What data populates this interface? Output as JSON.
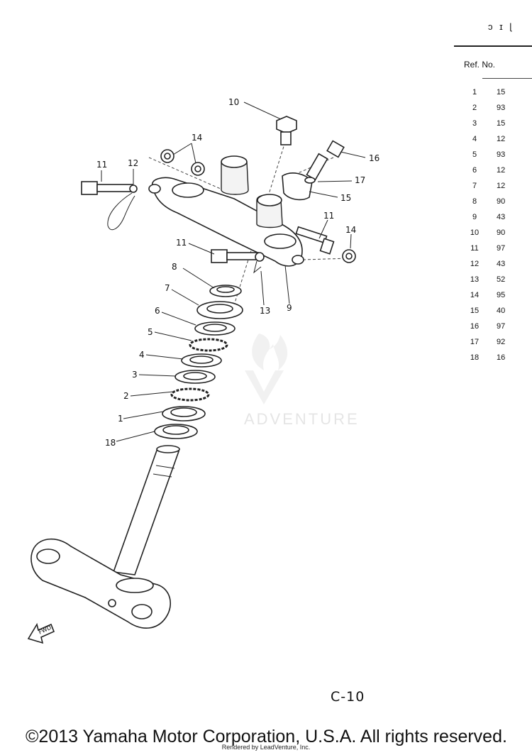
{
  "header_fragment": "ɔ ɪ ɭ",
  "table": {
    "header": "Ref. No.",
    "rows": [
      {
        "ref": "1",
        "part": "15"
      },
      {
        "ref": "2",
        "part": "93"
      },
      {
        "ref": "3",
        "part": "15"
      },
      {
        "ref": "4",
        "part": "12"
      },
      {
        "ref": "5",
        "part": "93"
      },
      {
        "ref": "6",
        "part": "12"
      },
      {
        "ref": "7",
        "part": "12"
      },
      {
        "ref": "8",
        "part": "90"
      },
      {
        "ref": "9",
        "part": "43"
      },
      {
        "ref": "10",
        "part": "90"
      },
      {
        "ref": "11",
        "part": "97"
      },
      {
        "ref": "12",
        "part": "43"
      },
      {
        "ref": "13",
        "part": "52"
      },
      {
        "ref": "14",
        "part": "95"
      },
      {
        "ref": "15",
        "part": "40"
      },
      {
        "ref": "16",
        "part": "97"
      },
      {
        "ref": "17",
        "part": "92"
      },
      {
        "ref": "18",
        "part": "16"
      }
    ]
  },
  "callouts": {
    "c1": "1",
    "c2": "2",
    "c3": "3",
    "c4": "4",
    "c5": "5",
    "c6": "6",
    "c7": "7",
    "c8": "8",
    "c9": "9",
    "c10": "10",
    "c11a": "11",
    "c11b": "11",
    "c11c": "11",
    "c12": "12",
    "c13": "13",
    "c14a": "14",
    "c14b": "14",
    "c15": "15",
    "c16": "16",
    "c17": "17",
    "c18": "18"
  },
  "fwd_label": "FWD",
  "watermark": "ADVENTURE",
  "page_code": "C-10",
  "copyright": "©2013 Yamaha Motor Corporation, U.S.A. All rights reserved.",
  "rendered_by": "Rendered by LeadVenture, Inc."
}
